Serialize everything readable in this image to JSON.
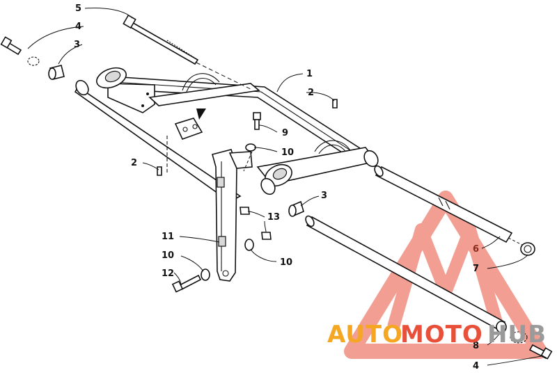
{
  "callouts": [
    {
      "id": "c5",
      "text": "5"
    },
    {
      "id": "c4a",
      "text": "4"
    },
    {
      "id": "c3a",
      "text": "3"
    },
    {
      "id": "c1",
      "text": "1"
    },
    {
      "id": "c2a",
      "text": "2"
    },
    {
      "id": "c9",
      "text": "9"
    },
    {
      "id": "c10a",
      "text": "10"
    },
    {
      "id": "c2b",
      "text": "2"
    },
    {
      "id": "c3b",
      "text": "3"
    },
    {
      "id": "c13",
      "text": "13"
    },
    {
      "id": "c11",
      "text": "11"
    },
    {
      "id": "c10b",
      "text": "10"
    },
    {
      "id": "c10c",
      "text": "10"
    },
    {
      "id": "c12",
      "text": "12"
    },
    {
      "id": "c6",
      "text": "6"
    },
    {
      "id": "c7",
      "text": "7"
    },
    {
      "id": "c8",
      "text": "8"
    },
    {
      "id": "c4b",
      "text": "4"
    }
  ],
  "watermark": {
    "part1": "AUTO",
    "part2": "MOTO",
    "part3": "HUB",
    "color_orange": "#f5a623",
    "color_red": "#e8503a",
    "color_gray": "#9a9a9a"
  }
}
